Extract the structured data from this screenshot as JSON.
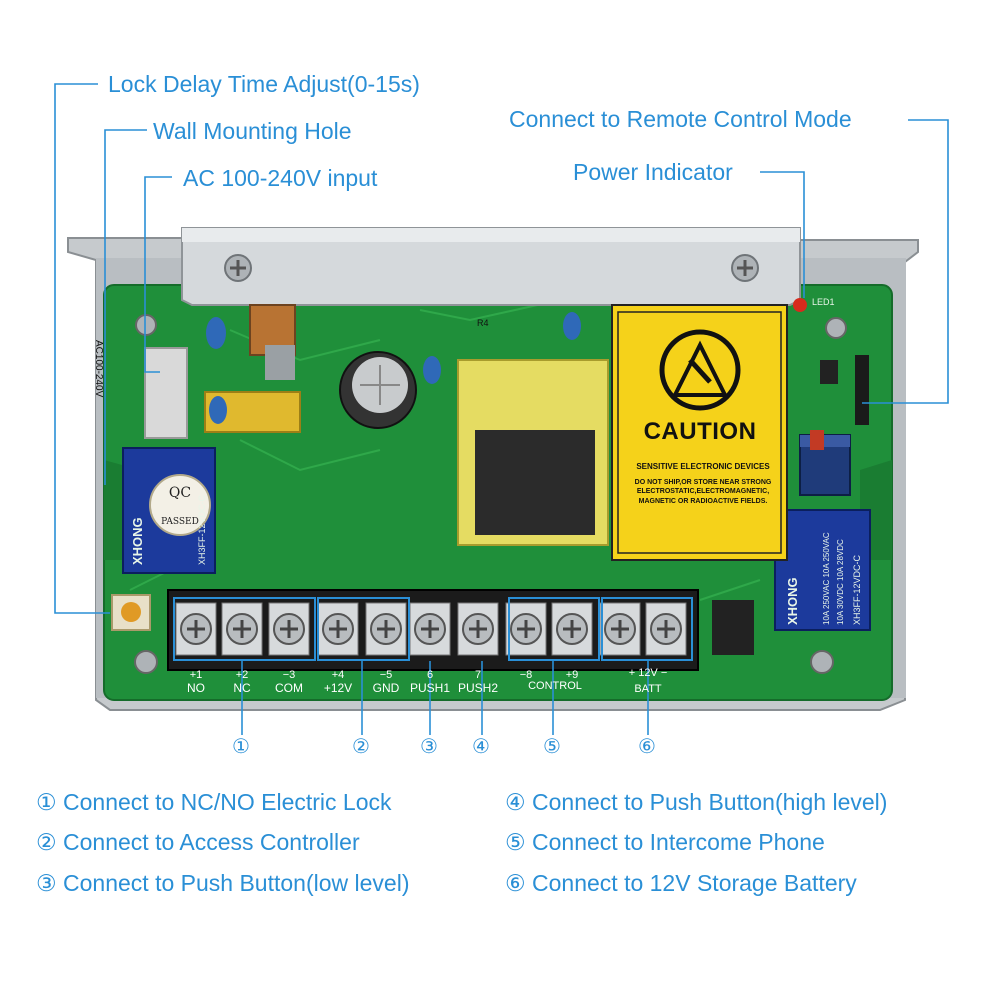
{
  "callouts": {
    "lock_delay": "Lock Delay Time Adjust(0-15s)",
    "wall_hole": "Wall Mounting Hole",
    "ac_input": "AC 100-240V input",
    "remote": "Connect to Remote Control Mode",
    "power_indicator": "Power Indicator"
  },
  "terminals": [
    {
      "num": "+1",
      "name": "NO"
    },
    {
      "num": "+2",
      "name": "NC"
    },
    {
      "num": "−3",
      "name": "COM"
    },
    {
      "num": "+4",
      "name": "+12V"
    },
    {
      "num": "−5",
      "name": "GND"
    },
    {
      "num": "6",
      "name": "PUSH1"
    },
    {
      "num": "7",
      "name": "PUSH2"
    },
    {
      "num": "−8",
      "name": ""
    },
    {
      "num": "+9",
      "name": ""
    },
    {
      "num": "+",
      "name": ""
    },
    {
      "num": "−",
      "name": ""
    }
  ],
  "terminal_groups": {
    "control": "CONTROL",
    "batt_volt": "+ 12V −",
    "batt": "BATT"
  },
  "markers": [
    "①",
    "②",
    "③",
    "④",
    "⑤",
    "⑥"
  ],
  "legend": [
    {
      "marker": "①",
      "text": "Connect to NC/NO Electric Lock"
    },
    {
      "marker": "②",
      "text": "Connect to Access Controller"
    },
    {
      "marker": "③",
      "text": "Connect to Push Button(low level)"
    },
    {
      "marker": "④",
      "text": "Connect to Push Button(high level)"
    },
    {
      "marker": "⑤",
      "text": "Connect to Intercome Phone"
    },
    {
      "marker": "⑥",
      "text": "Connect to 12V Storage Battery"
    }
  ],
  "caution_label": {
    "title": "CAUTION",
    "subtitle": "SENSITIVE ELECTRONIC DEVICES",
    "lines": [
      "DO NOT SHIP,OR STORE NEAR STRONG",
      "ELECTROSTATIC,ELECTROMAGNETIC,",
      "MAGNETIC OR RADIOACTIVE FIELDS."
    ]
  },
  "qc_stamp": {
    "top": "QC",
    "bottom": "PASSED"
  },
  "board_marks": {
    "ac_label": "AC100-240V",
    "led": "LED1",
    "relay_left": "XHONG",
    "relay_left_rating": "XH3FF-12VDC-C",
    "relay_right": "XHONG",
    "relay_right_rating": "XH3FF-12VDC-C",
    "relay_right_spec1": "10A 250VAC 10A 250VAC",
    "relay_right_spec2": "10A 30VDC 10A 28VDC",
    "cap": "R4"
  },
  "colors": {
    "accent": "#2a8fd6",
    "pcb_green": "#1f8f3a",
    "caution_yellow": "#f5d21a",
    "chassis": "#c9cdd0"
  }
}
